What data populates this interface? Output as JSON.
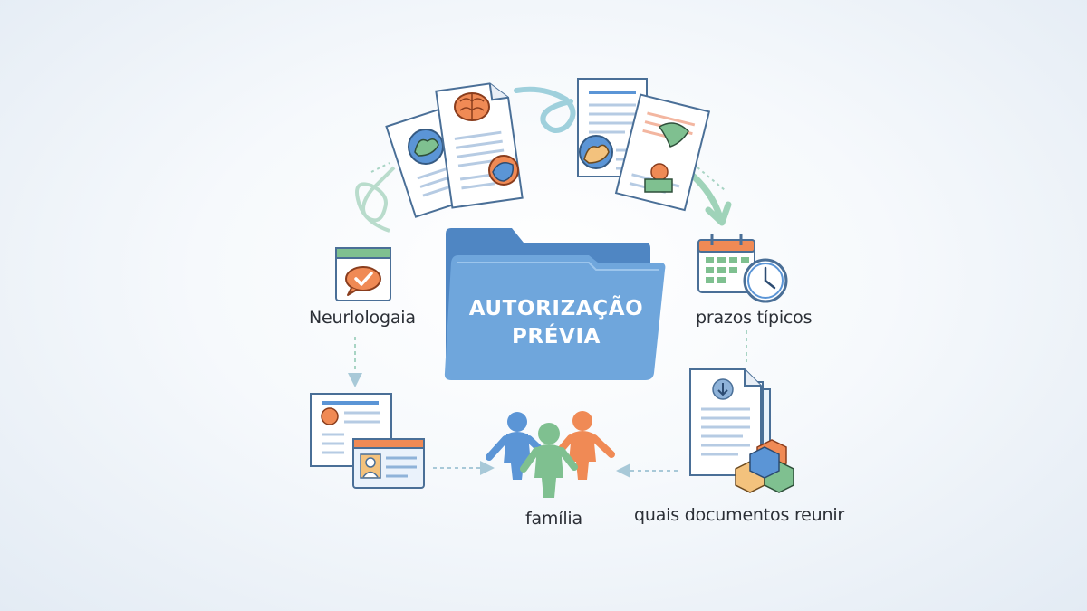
{
  "folder": {
    "title_line1": "AUTORIZAÇÃO",
    "title_line2": "PRÉVIA"
  },
  "nodes": {
    "neurology": "Neurlologaia",
    "deadlines": "prazos típicos",
    "family": "família",
    "documents": "quais documentos reunir"
  },
  "colors": {
    "folder_front": "#6fa6dc",
    "folder_back": "#4f86c3",
    "accent_green": "#7fc090",
    "accent_orange": "#f08a55",
    "accent_blue": "#5b95d6",
    "connector": "#a8d4c4"
  },
  "icons": [
    "folder-icon",
    "document-icon",
    "brain-icon",
    "muscle-icon",
    "chat-check-icon",
    "calendar-icon",
    "clock-icon",
    "id-card-icon",
    "family-icon",
    "blocks-icon",
    "arrow-icon"
  ]
}
